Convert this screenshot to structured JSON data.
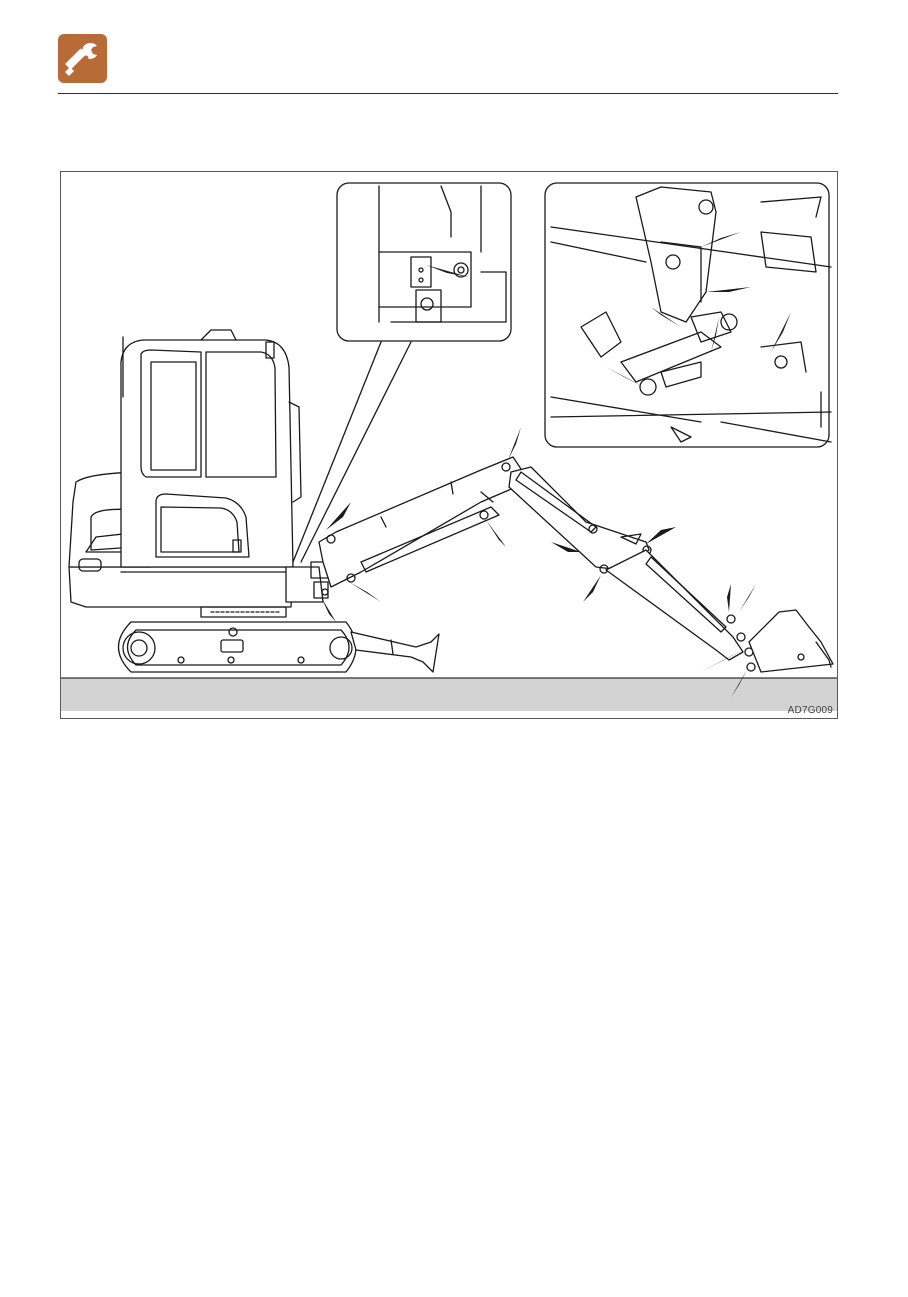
{
  "header": {
    "icon": "wrench-spanner-icon",
    "icon_color": "#b86a37"
  },
  "figure": {
    "code": "AD7G009",
    "ground_color": "#d3d3d3",
    "pointer_color": "#1a1a1a",
    "callouts": {
      "left_inset": "cab-side-detail",
      "right_inset": "boom-swing-detail"
    }
  }
}
